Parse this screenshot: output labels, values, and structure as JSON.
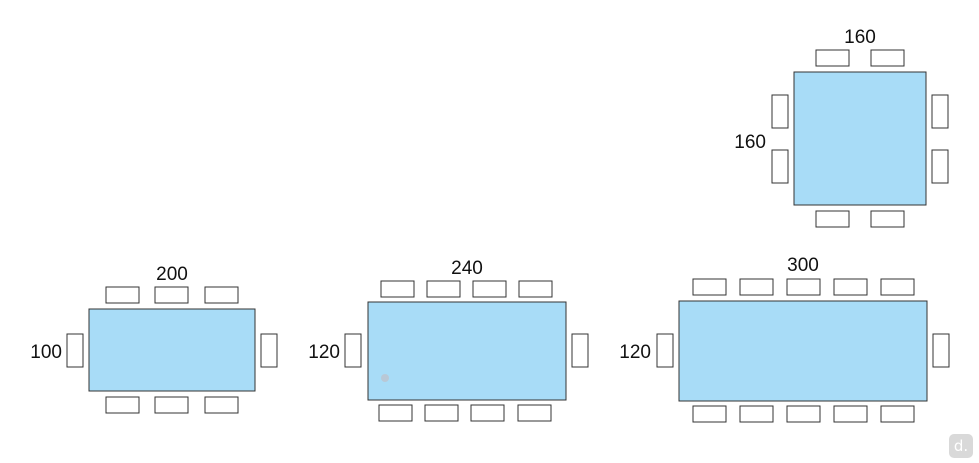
{
  "colors": {
    "table_fill": "#a8dcf7",
    "outline": "#333333",
    "chair_fill": "#ffffff"
  },
  "tables": [
    {
      "id": "square-160",
      "width_label": "160",
      "depth_label": "160"
    },
    {
      "id": "rect-200",
      "width_label": "200",
      "depth_label": "100"
    },
    {
      "id": "rect-240",
      "width_label": "240",
      "depth_label": "120"
    },
    {
      "id": "rect-300",
      "width_label": "300",
      "depth_label": "120"
    }
  ],
  "logo": {
    "text": "d."
  }
}
